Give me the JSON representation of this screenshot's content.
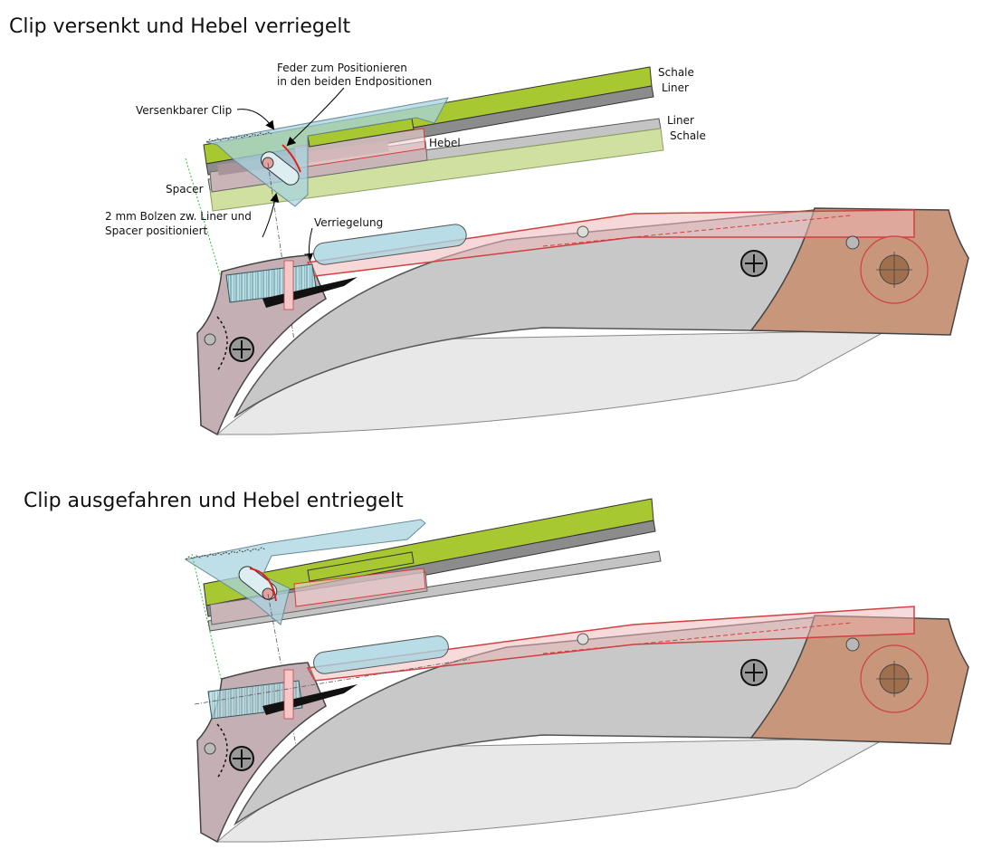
{
  "top": {
    "heading": "Clip versenkt und Hebel verriegelt",
    "labels": {
      "feder_line1": "Feder zum Positionieren",
      "feder_line2": "in den beiden Endpositionen",
      "schale_top": "Schale",
      "liner_top": "Liner",
      "clip": "Versenkbarer Clip",
      "liner_mid": "Liner",
      "schale_mid": "Schale",
      "hebel": "Hebel",
      "spacer": "Spacer",
      "bolzen_line1": "2 mm Bolzen zw. Liner und",
      "bolzen_line2": "Spacer positioniert",
      "verriegelung": "Verriegelung"
    }
  },
  "bottom": {
    "heading": "Clip ausgefahren und Hebel entriegelt"
  },
  "colors": {
    "scale_green": "#a8c832",
    "scale_green_light": "#cfe0a0",
    "liner_gray": "#9a9a9a",
    "liner_light": "#c8c8c8",
    "clip_blue": "#a8d4e0",
    "lever_red": "#e89090",
    "bolster_brown": "#c8967a",
    "handle_mauve": "#c4b0b4",
    "blade_gray": "#c8c8c8"
  }
}
